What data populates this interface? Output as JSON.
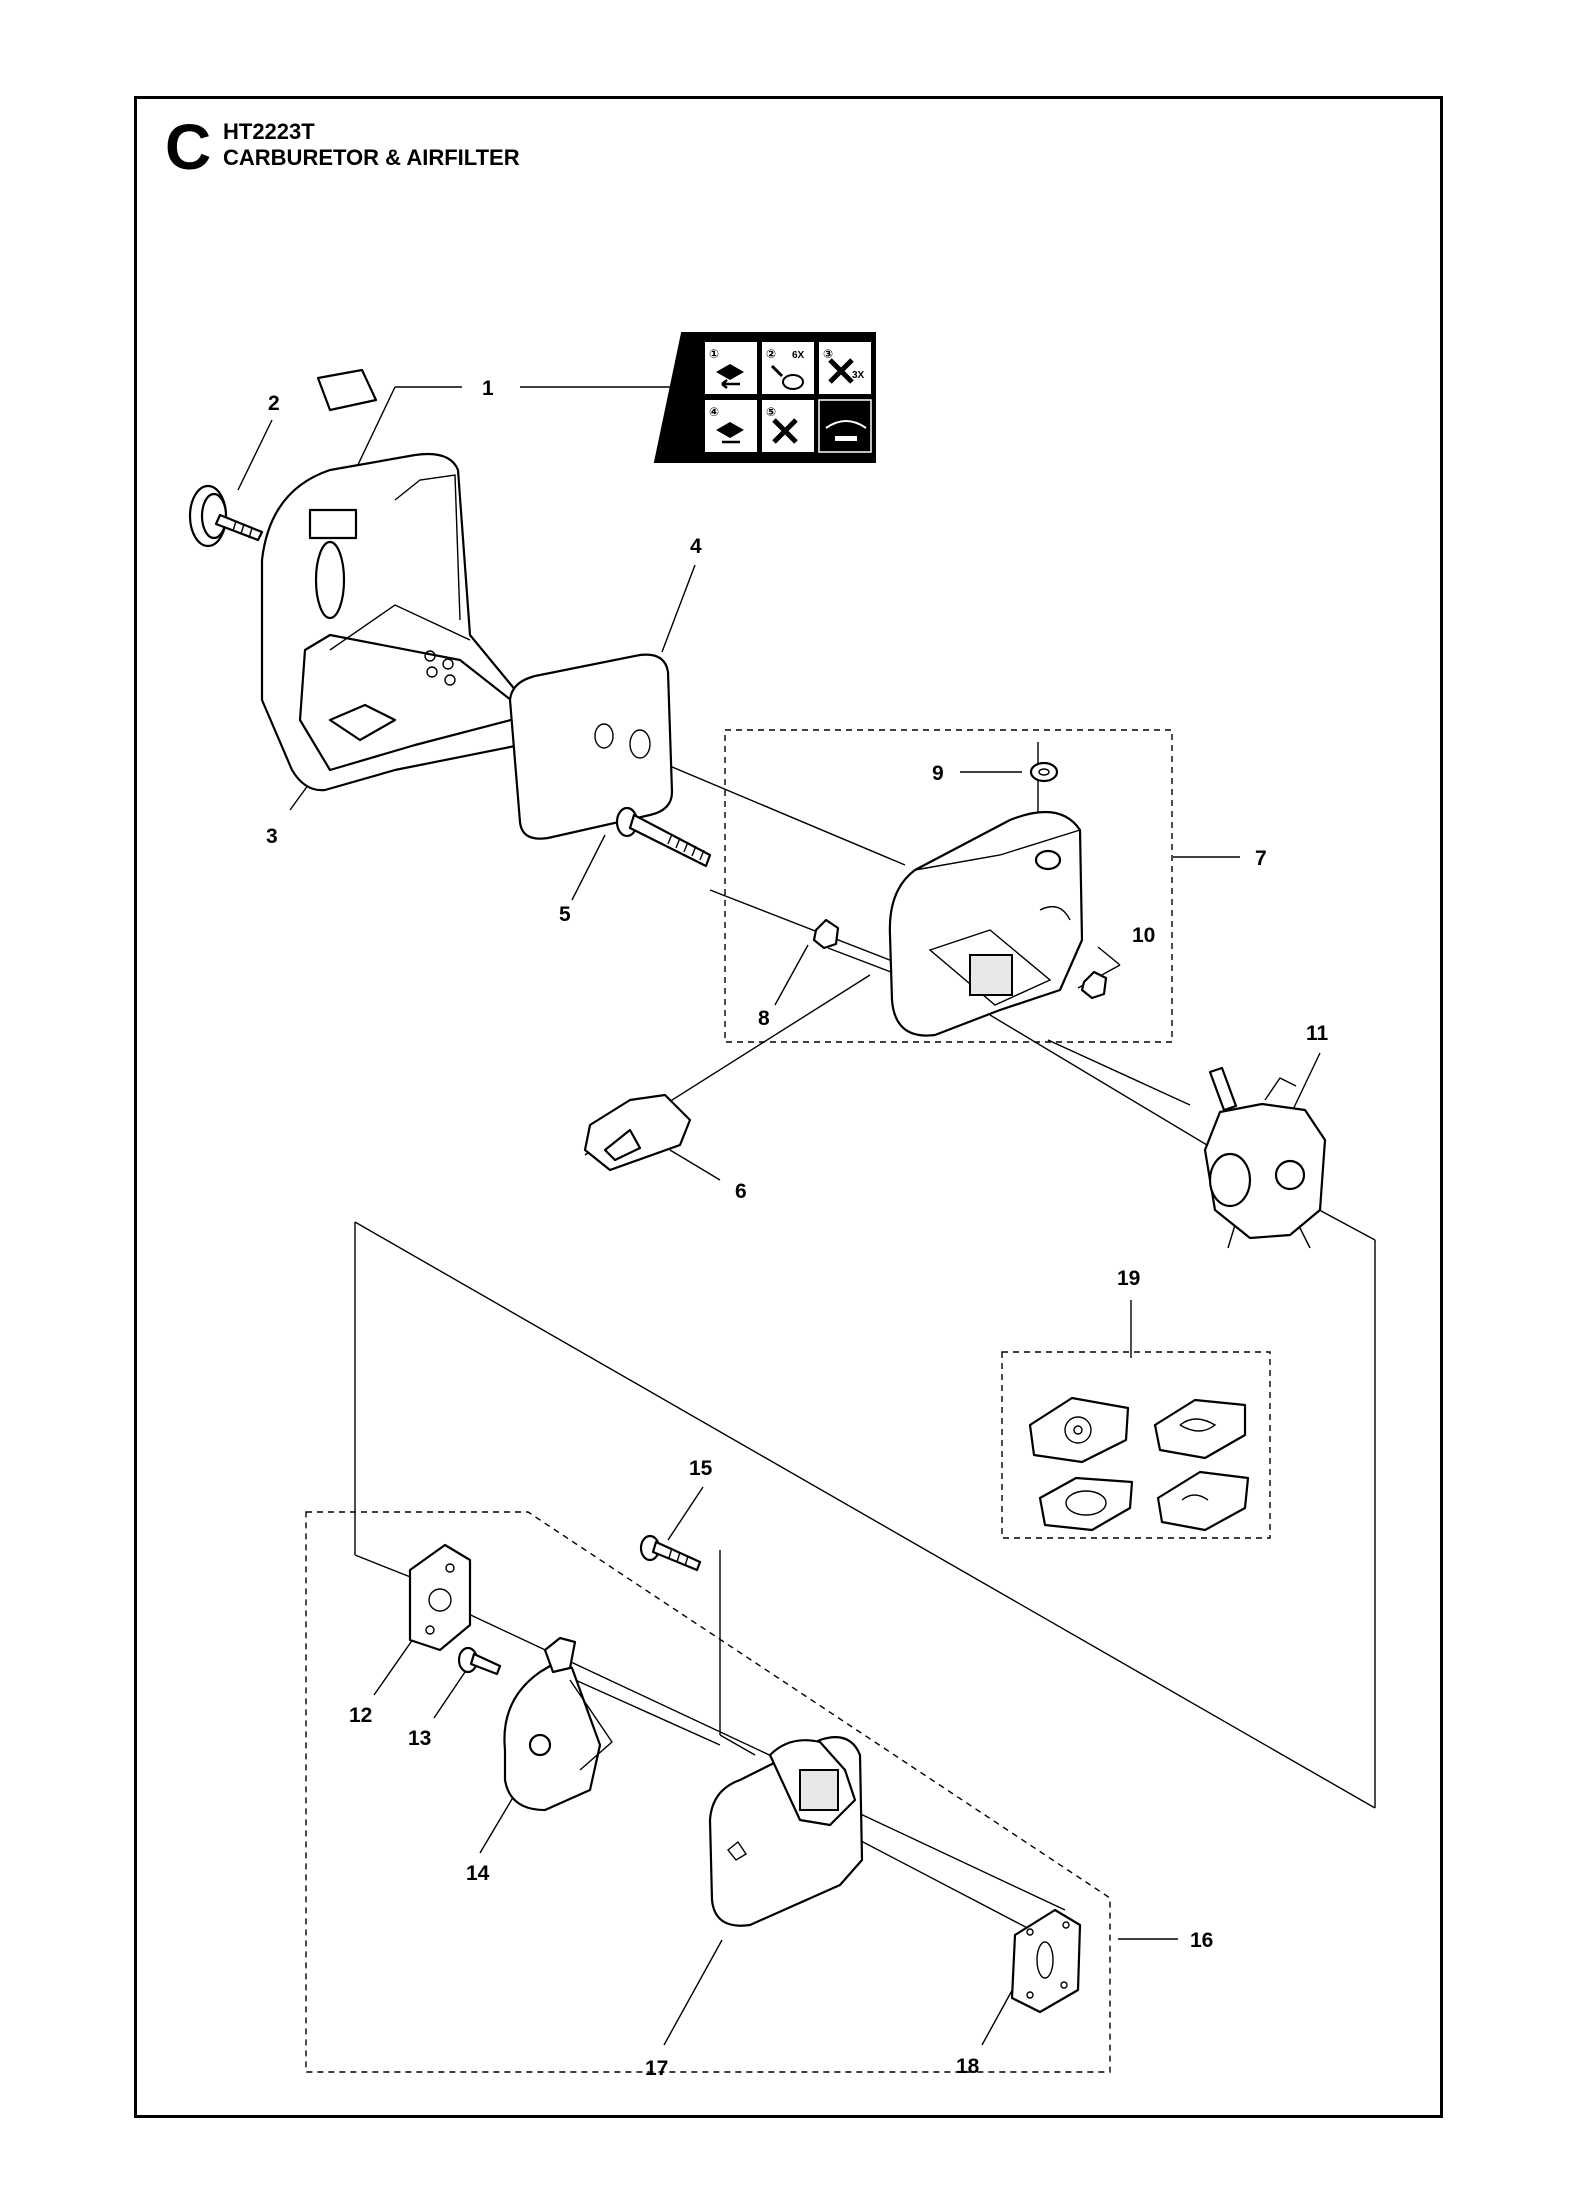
{
  "header": {
    "section_letter": "C",
    "model": "HT2223T",
    "title": "CARBURETOR & AIRFILTER"
  },
  "callouts": {
    "c1": "1",
    "c2": "2",
    "c3": "3",
    "c4": "4",
    "c5": "5",
    "c6": "6",
    "c7": "7",
    "c8": "8",
    "c9": "9",
    "c10": "10",
    "c11": "11",
    "c12": "12",
    "c13": "13",
    "c14": "14",
    "c15": "15",
    "c16": "16",
    "c17": "17",
    "c18": "18",
    "c19": "19"
  },
  "decal": {
    "panel1": "①",
    "panel2": "②",
    "panel3": "③",
    "panel4": "④",
    "panel5": "⑤",
    "count_6x": "6X",
    "count_3x": "3X"
  }
}
